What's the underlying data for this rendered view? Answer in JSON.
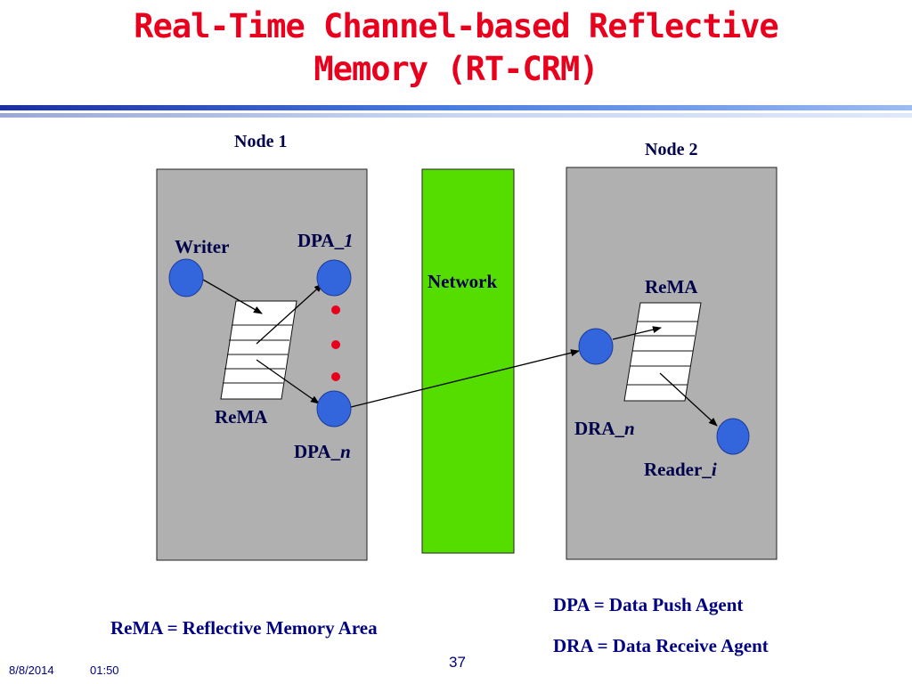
{
  "title": {
    "line1": "Real-Time Channel-based Reflective",
    "line2": "Memory (RT-CRM)"
  },
  "diagram": {
    "node1": {
      "label": "Node 1",
      "writer": "Writer",
      "dpa_first_prefix": "DPA_",
      "dpa_first_suffix": "1",
      "dpa_last_prefix": "DPA_",
      "dpa_last_suffix": "n",
      "rema": "ReMA"
    },
    "network": {
      "label": "Network"
    },
    "node2": {
      "label": "Node 2",
      "rema": "ReMA",
      "dra_prefix": "DRA_",
      "dra_suffix": "n",
      "reader_prefix": "Reader_",
      "reader_suffix": "i"
    }
  },
  "legend": {
    "rema_def": "ReMA = Reflective Memory Area",
    "dpa_def": "DPA = Data Push Agent",
    "dra_def": "DRA = Data Receive Agent"
  },
  "footer": {
    "date": "8/8/2014",
    "time": "01:50",
    "page": "37"
  },
  "colors": {
    "title": "#e8001c",
    "node_fill": "#b0b0b0",
    "network_fill": "#55dd00",
    "agent_fill": "#3366dd",
    "dots": "#e8001c",
    "text": "#00004a"
  }
}
